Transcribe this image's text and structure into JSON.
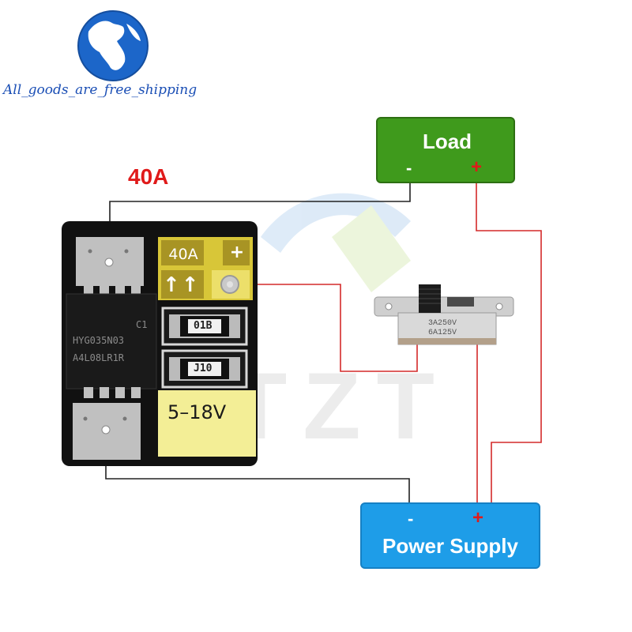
{
  "store": {
    "name": "All_goods_are_free_shipping",
    "watermark": "TZT"
  },
  "diagram": {
    "current_rating": "40A",
    "load": {
      "label": "Load",
      "minus": "-",
      "plus": "+"
    },
    "power_supply": {
      "label": "Power Supply",
      "minus": "-",
      "plus": "+"
    },
    "module": {
      "pad_40a": "40A",
      "pad_plus": "+",
      "arrows": "↑↑",
      "voltage": "5–18V",
      "chip_lines": [
        "C1",
        "HYG035N03",
        "A4L08LR1R"
      ],
      "resistor_1": "01B",
      "resistor_2": "J10"
    },
    "switch": {
      "ratings": [
        "3A250V",
        "6A125V"
      ]
    }
  },
  "colors": {
    "load_green": "#3f9a1c",
    "power_blue": "#1e9de8",
    "positive_wire": "#d42a2a",
    "negative_wire": "#222222",
    "pcb_black": "#111111",
    "pcb_yellow": "#f3ee96"
  }
}
